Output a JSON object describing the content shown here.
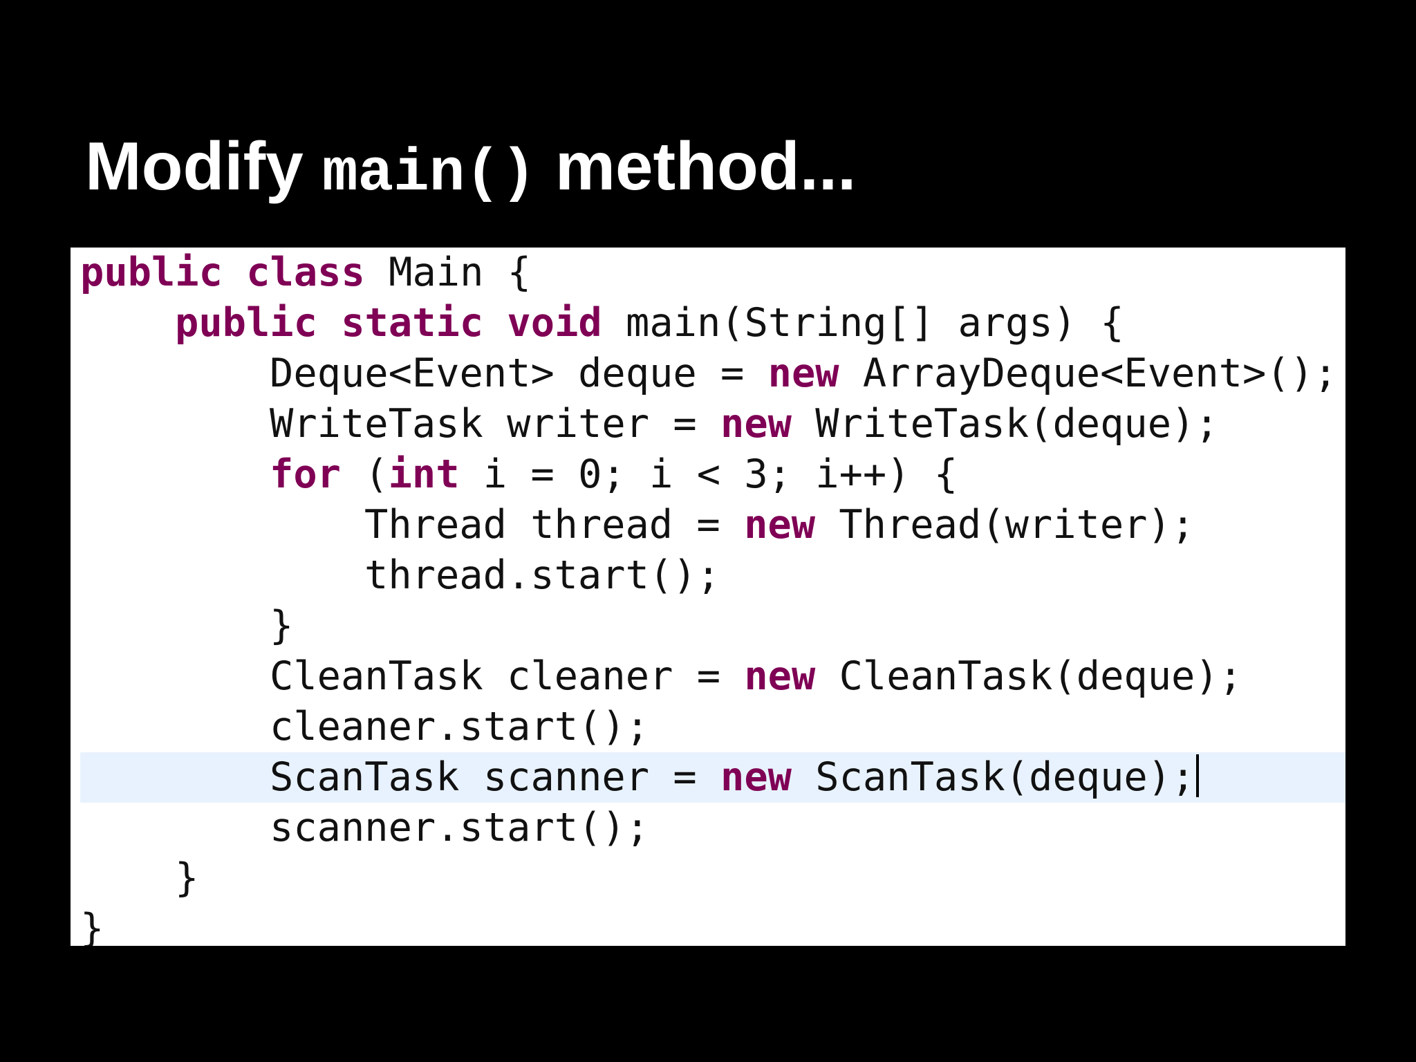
{
  "title": {
    "prefix": "Modify ",
    "code": "main()",
    "suffix": " method..."
  },
  "editor": {
    "keyword_color": "#7f0055",
    "current_line_highlight": "#e8f2fe",
    "lines": [
      {
        "indent": 0,
        "tokens": [
          {
            "t": "public class",
            "kw": true
          },
          {
            "t": " Main {"
          }
        ]
      },
      {
        "indent": 1,
        "tokens": [
          {
            "t": "public static void",
            "kw": true
          },
          {
            "t": " main(String[] args) {"
          }
        ]
      },
      {
        "indent": 2,
        "tokens": [
          {
            "t": "Deque<Event> deque = "
          },
          {
            "t": "new",
            "kw": true
          },
          {
            "t": " ArrayDeque<Event>();"
          }
        ]
      },
      {
        "indent": 2,
        "tokens": [
          {
            "t": "WriteTask writer = "
          },
          {
            "t": "new",
            "kw": true
          },
          {
            "t": " WriteTask(deque);"
          }
        ]
      },
      {
        "indent": 2,
        "tokens": [
          {
            "t": "for",
            "kw": true
          },
          {
            "t": " ("
          },
          {
            "t": "int",
            "kw": true
          },
          {
            "t": " i = 0; i < 3; i++) {"
          }
        ]
      },
      {
        "indent": 3,
        "tokens": [
          {
            "t": "Thread thread = "
          },
          {
            "t": "new",
            "kw": true
          },
          {
            "t": " Thread(writer);"
          }
        ]
      },
      {
        "indent": 3,
        "tokens": [
          {
            "t": "thread.start();"
          }
        ]
      },
      {
        "indent": 2,
        "tokens": [
          {
            "t": "}"
          }
        ]
      },
      {
        "indent": 2,
        "tokens": [
          {
            "t": "CleanTask cleaner = "
          },
          {
            "t": "new",
            "kw": true
          },
          {
            "t": " CleanTask(deque);"
          }
        ]
      },
      {
        "indent": 2,
        "tokens": [
          {
            "t": "cleaner.start();"
          }
        ]
      },
      {
        "indent": 2,
        "current": true,
        "tokens": [
          {
            "t": "ScanTask scanner = "
          },
          {
            "t": "new",
            "kw": true
          },
          {
            "t": " ScanTask(deque);"
          }
        ]
      },
      {
        "indent": 2,
        "tokens": [
          {
            "t": "scanner.start();"
          }
        ]
      },
      {
        "indent": 1,
        "tokens": [
          {
            "t": "}"
          }
        ]
      },
      {
        "indent": 0,
        "tokens": [
          {
            "t": "}"
          }
        ]
      }
    ]
  }
}
